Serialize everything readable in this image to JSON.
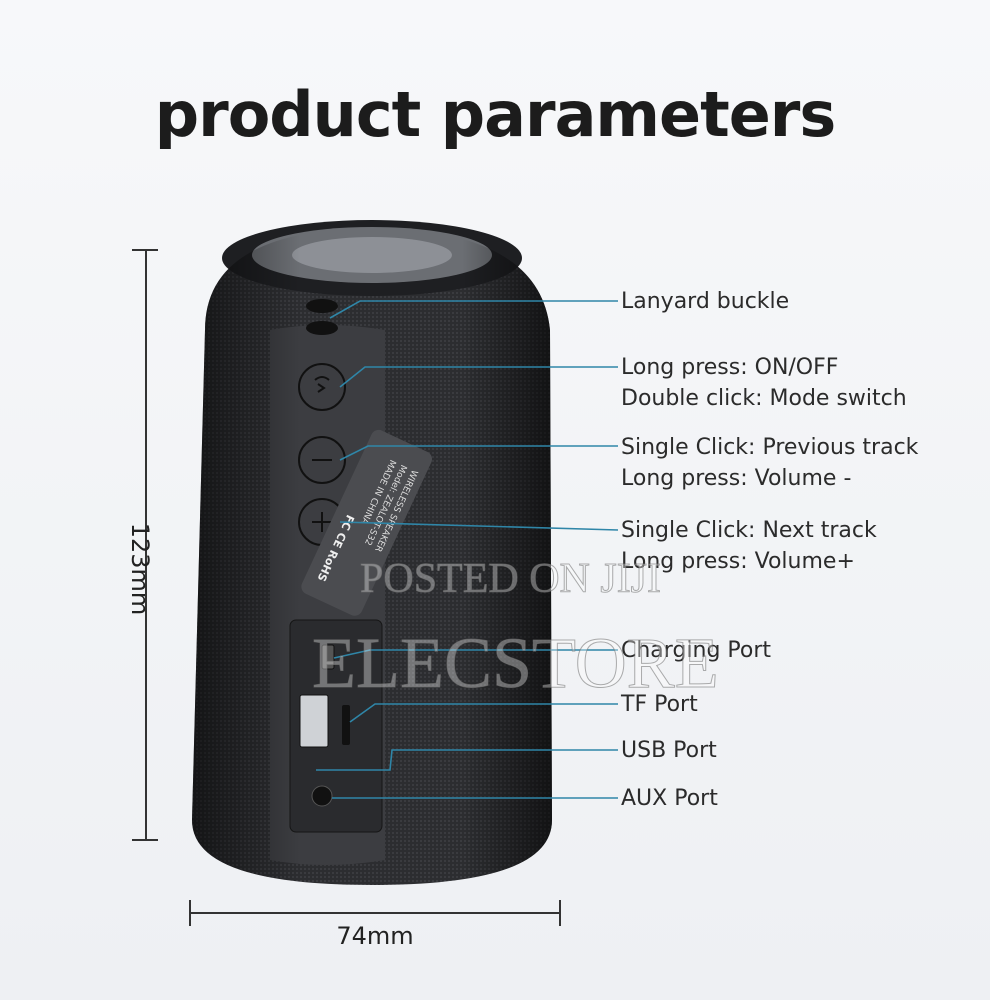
{
  "title": "product parameters",
  "dimensions": {
    "height": "123mm",
    "width": "74mm"
  },
  "callouts": [
    {
      "lines": [
        "Lanyard buckle"
      ]
    },
    {
      "lines": [
        "Long press: ON/OFF",
        "Double click: Mode switch"
      ]
    },
    {
      "lines": [
        "Single Click: Previous track",
        "Long press: Volume -"
      ]
    },
    {
      "lines": [
        "Single Click: Next track",
        "Long press: Volume+"
      ]
    },
    {
      "lines": [
        "Charging Port"
      ]
    },
    {
      "lines": [
        "TF Port"
      ]
    },
    {
      "lines": [
        "USB Port"
      ]
    },
    {
      "lines": [
        "AUX Port"
      ]
    }
  ],
  "tag_text": [
    "WIRELESS SPEAKER",
    "Model: ZEALOT-S32",
    "MADE IN CHINA",
    "FC CE RoHS"
  ],
  "watermark": [
    "POSTED ON JIJI",
    "ELECSTORE"
  ],
  "colors": {
    "callout_line": "#2f86a8",
    "speaker_body": "#2a2b2e"
  }
}
